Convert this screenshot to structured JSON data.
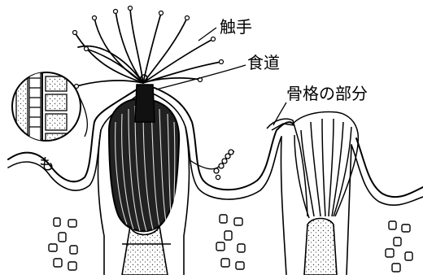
{
  "diagram": {
    "labels": {
      "tentacles": "触手",
      "esophagus": "食道",
      "skeleton_part": "骨格の部分",
      "mo": "も"
    }
  },
  "colors": {
    "ink": "#000000",
    "paper": "#ffffff",
    "stipple": "#555555"
  }
}
